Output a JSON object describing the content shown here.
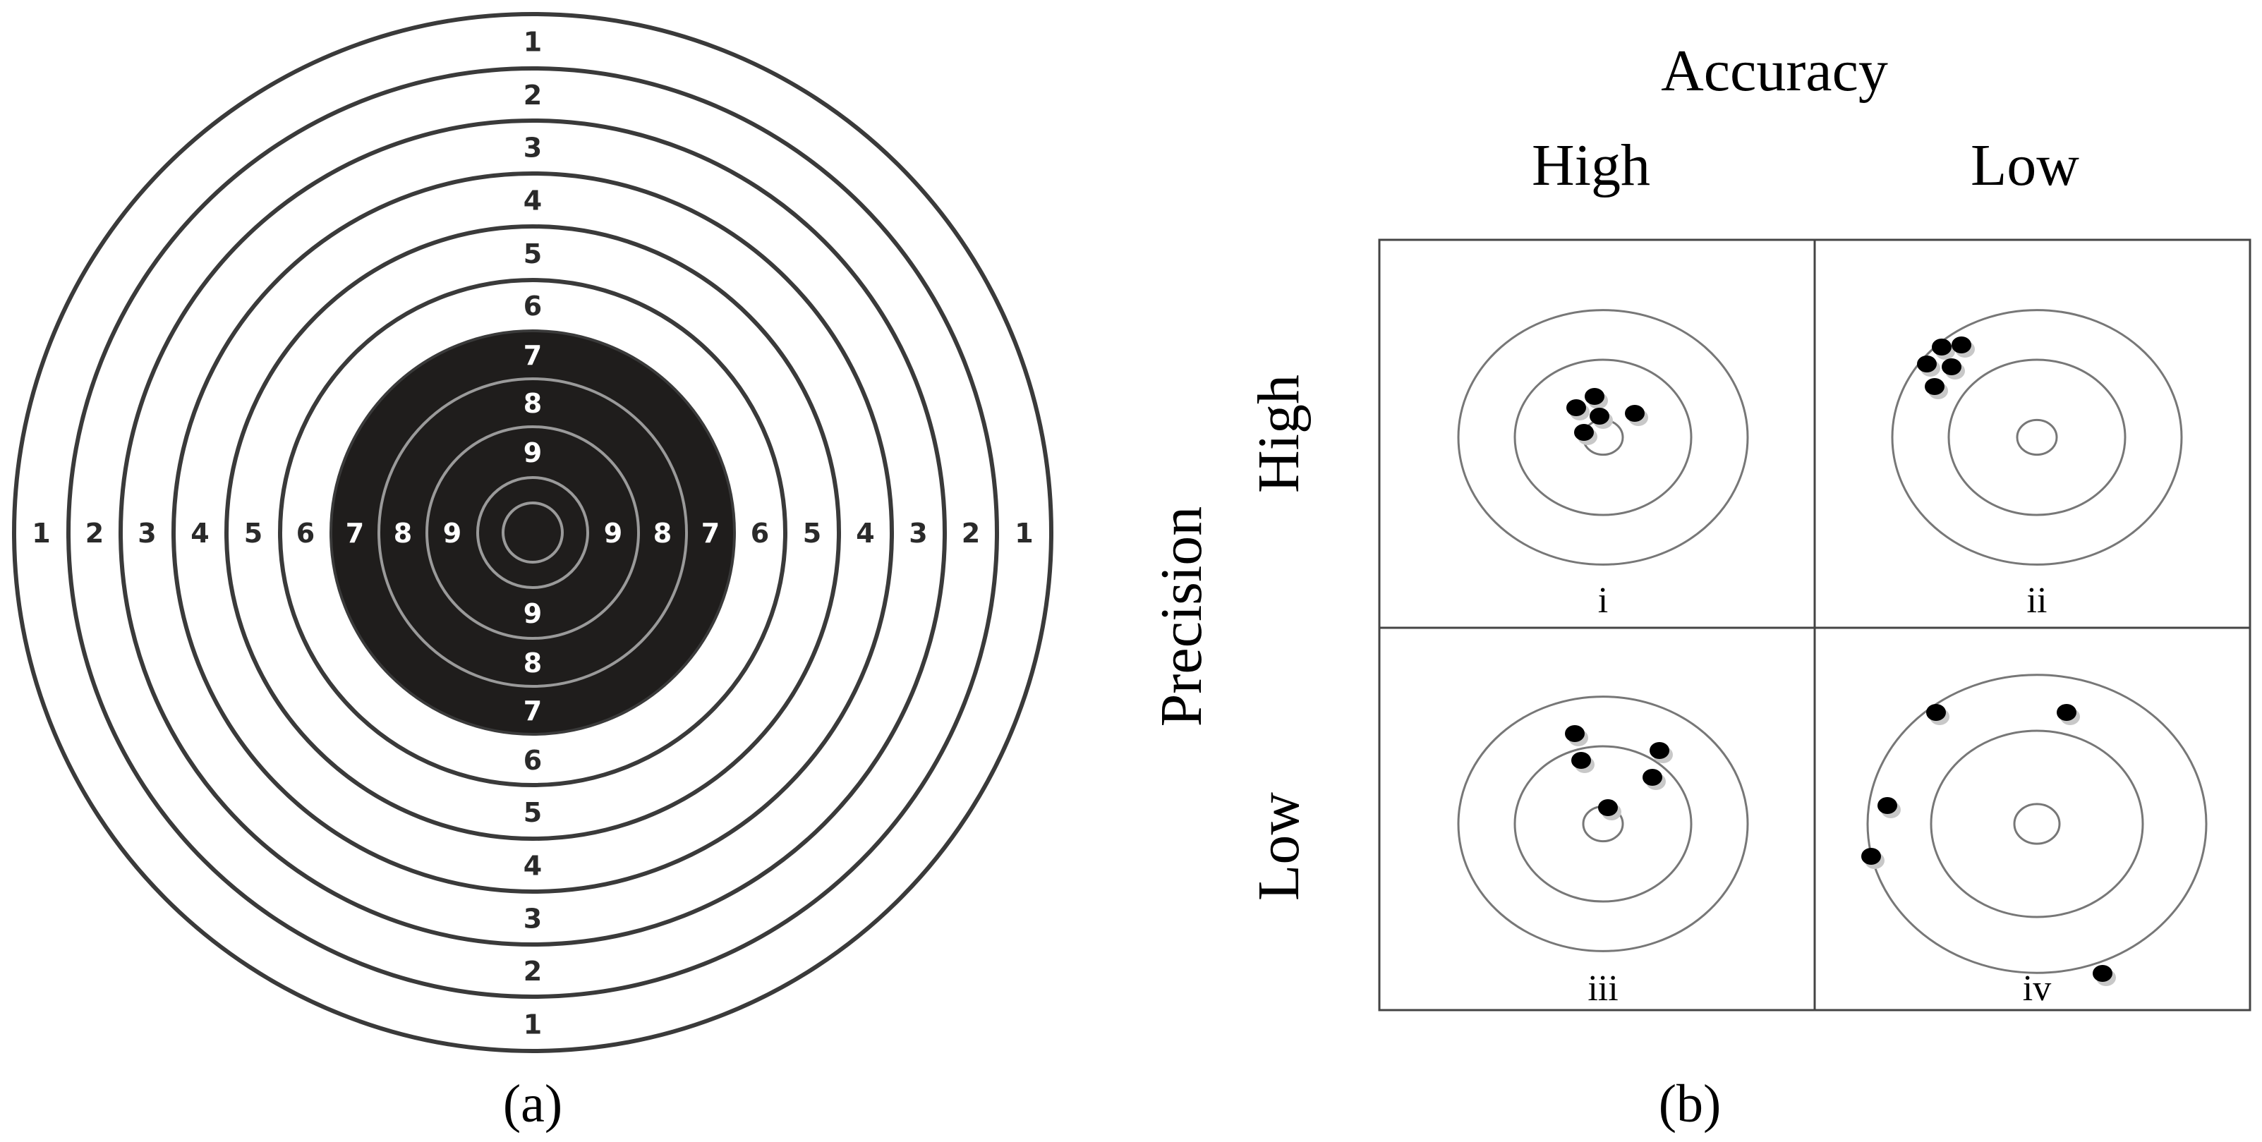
{
  "panel_a": {
    "caption": "(a)",
    "outer_ring_labels": [
      "1",
      "2",
      "3",
      "4",
      "5",
      "6"
    ],
    "inner_ring_labels": [
      "7",
      "8",
      "9"
    ],
    "colors": {
      "target_black": "#1f1d1c",
      "target_white": "#ffffff",
      "ring_line_dark": "#3a3a3a",
      "ring_line_light": "#9a9a9a",
      "number_dark": "#2a2a2a",
      "number_light": "#ffffff"
    }
  },
  "panel_b": {
    "caption": "(b)",
    "top_heading": "Accuracy",
    "column_labels": [
      "High",
      "Low"
    ],
    "side_heading": "Precision",
    "row_labels": [
      "High",
      "Low"
    ],
    "cells": [
      {
        "id": "i",
        "label": "i",
        "accuracy": "High",
        "precision": "High",
        "shot_count": 5
      },
      {
        "id": "ii",
        "label": "ii",
        "accuracy": "Low",
        "precision": "High",
        "shot_count": 5
      },
      {
        "id": "iii",
        "label": "iii",
        "accuracy": "High",
        "precision": "Low",
        "shot_count": 5
      },
      {
        "id": "iv",
        "label": "iv",
        "accuracy": "Low",
        "precision": "Low",
        "shot_count": 5
      }
    ],
    "colors": {
      "shot": "#000000",
      "shot_shadow": "#c8c8c8",
      "ring": "#777777",
      "grid": "#444444"
    }
  }
}
